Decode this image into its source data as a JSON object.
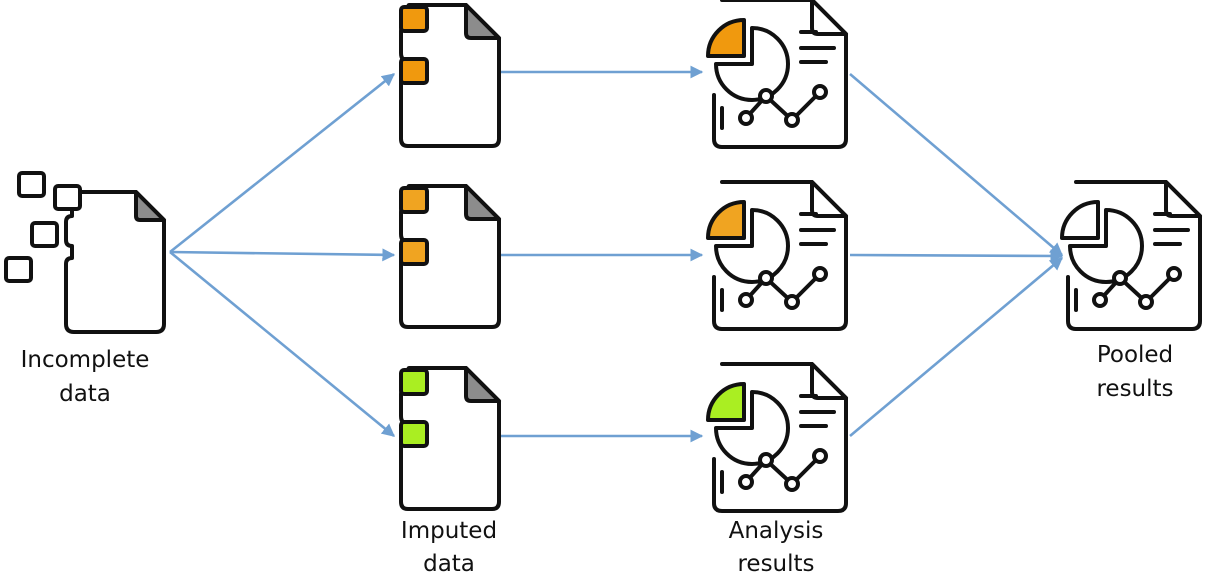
{
  "nodes": {
    "incomplete": {
      "line1": "Incomplete",
      "line2": "data"
    },
    "imputed": {
      "line1": "Imputed",
      "line2": "data"
    },
    "analysis": {
      "line1": "Analysis",
      "line2": "results"
    },
    "pooled": {
      "line1": "Pooled",
      "line2": "results"
    }
  },
  "imputed_colors": [
    "#f0990e",
    "#f0a421",
    "#aaee22"
  ],
  "analysis_colors": [
    "#f0990e",
    "#f0a421",
    "#aaee22"
  ],
  "pooled_color": "#ffffff",
  "edge_color": "#6fa0d2",
  "icons": {
    "incomplete": "scattered-document-icon",
    "imputed": "document-icon",
    "analysis": "report-chart-icon",
    "pooled": "report-chart-icon"
  }
}
